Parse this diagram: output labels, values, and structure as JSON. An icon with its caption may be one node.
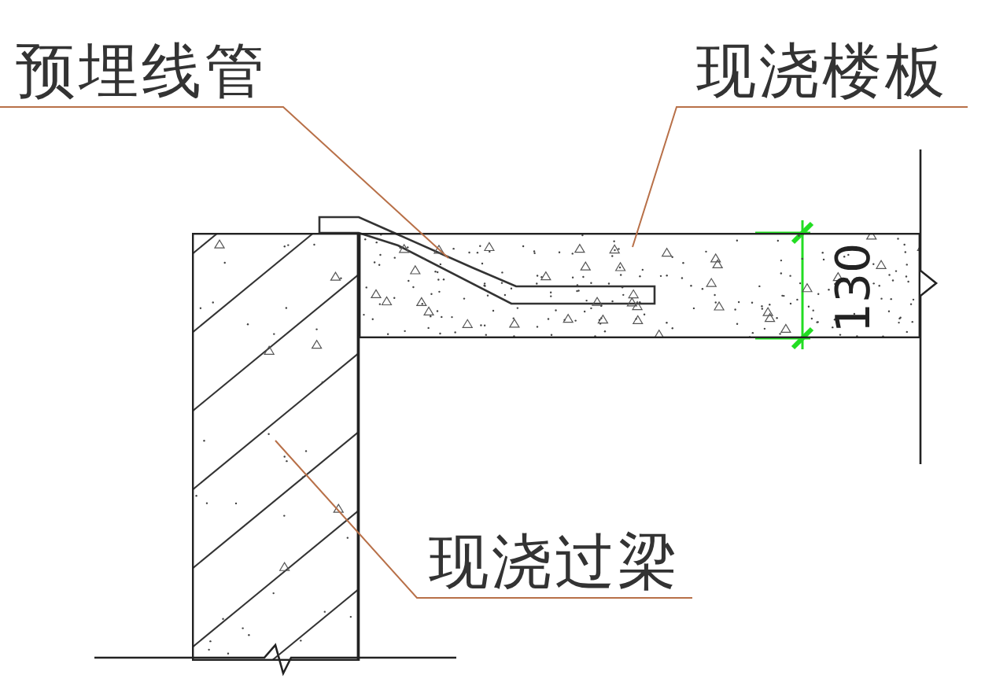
{
  "diagram": {
    "nodes": [
      {
        "text": [
          "预埋线管"
        ]
      },
      {
        "text": [],
        "shape": "bar"
      },
      {
        "text": [
          "现浇楼板"
        ]
      },
      {
        "text": [],
        "shape": "box"
      },
      {
        "text": [
          "现浇过梁"
        ]
      },
      {
        "text": [],
        "shape": "box"
      }
    ],
    "edges": [
      {
        "from": 0,
        "to": 1,
        "arrow": "none"
      },
      {
        "from": 2,
        "to": 3,
        "arrow": "none"
      },
      {
        "from": 4,
        "to": 5,
        "arrow": "none"
      }
    ],
    "labels": [
      "130"
    ]
  }
}
